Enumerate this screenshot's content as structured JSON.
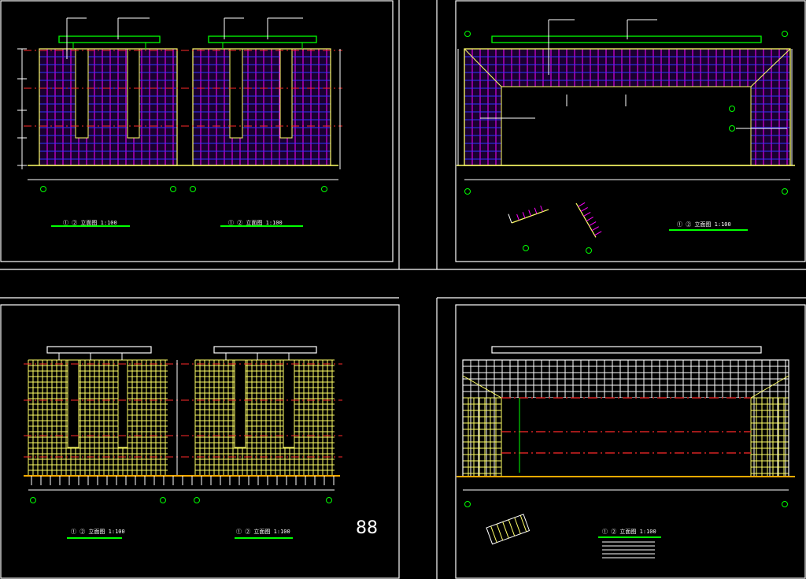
{
  "title_labels": {
    "panel1_left": "① ② 立面图 1:100",
    "panel1_right": "① ② 立面图 1:100",
    "panel2": "① ② 立面图 1:100",
    "panel3_left": "① ② 立面图 1:100",
    "panel3_right": "① ② 立面图 1:100",
    "panel4": "① ② 立面图 1:100"
  },
  "big_mark": "88",
  "colors": {
    "frame": "#ffffff",
    "green": "#00ff00",
    "magenta": "#ff00ff",
    "blue": "#3333ff",
    "yellow": "#ffff66",
    "red": "#ff2a2a",
    "white": "#ffffff"
  }
}
